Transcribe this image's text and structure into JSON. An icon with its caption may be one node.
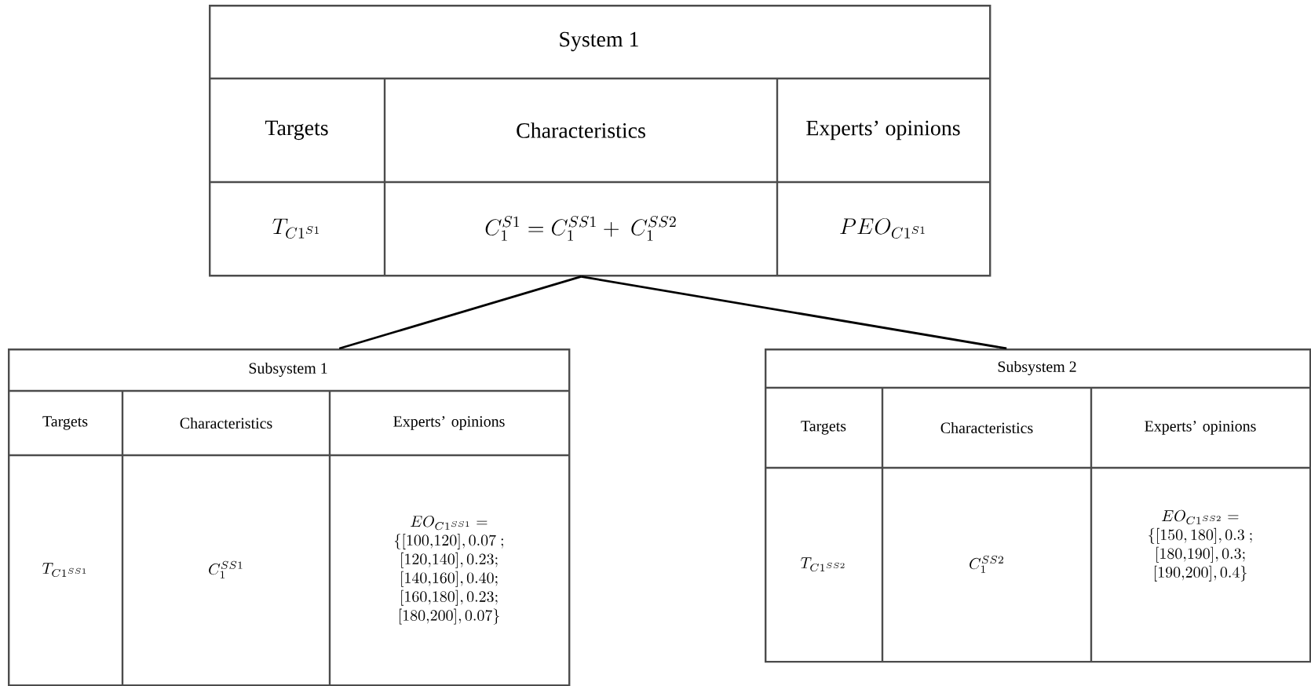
{
  "diagram": {
    "nodes": [
      {
        "text": [
          "System 1",
          "Targets",
          "Characteristics",
          "Experts’ opinions",
          "T_{C1^{S1}}",
          "C_1^{S1} = C_1^{SS1} +\\ C_1^{SS2}",
          "PEO_{C1^{S1}}"
        ]
      },
      {
        "text": [
          "Subsystem 1",
          "Targets",
          "Characteristics",
          "Experts’ opinions",
          "T_{C1^{SS1}}",
          "C_1^{SS1}",
          "\\begin{array}{c} EO_{C1^{SS1}} = \\\\ \\{[100{,}120], 0.07\\ ; \\\\ {[}120{,}140], 0.23; \\\\ {[}140{,}160], 0.40; \\\\ {[}160{,}180], 0.23; \\\\ {[}180{,}200], 0.07\\} \\end{array}"
        ]
      },
      {
        "text": [
          "Subsystem 2",
          "Targets",
          "Characteristics",
          "Experts’ opinions",
          "T_{C1^{SS2}}",
          "C_1^{SS2}",
          "\\begin{array}{c} EO_{C1^{SS2}} = \\\\ \\{[150, 180], 0.3\\ ; \\\\ {[}180{,}190], 0.3; \\\\ {[}190{,}200], 0.4\\} \\end{array}"
        ]
      }
    ],
    "edges": [
      {
        "from": 0,
        "to": 1,
        "arrow": "none"
      },
      {
        "from": 0,
        "to": 2,
        "arrow": "none"
      }
    ]
  }
}
